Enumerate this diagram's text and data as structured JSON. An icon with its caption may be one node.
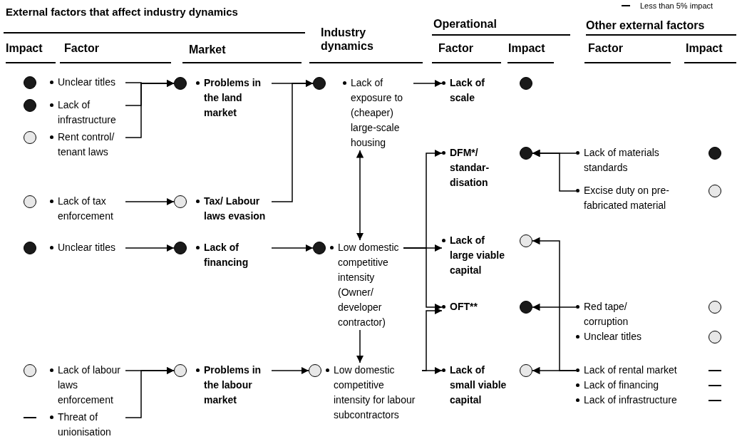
{
  "diagram": {
    "title": "External factors that affect industry dynamics",
    "nodes": [
      {
        "text": [],
        "shape": "disc"
      },
      {
        "text": [
          "Unclear titles"
        ]
      },
      {
        "text": [],
        "shape": "disc"
      },
      {
        "text": [
          "Lack of infrastructure"
        ]
      },
      {
        "text": [],
        "shape": "circle"
      },
      {
        "text": [
          "Rent control/ tenant laws"
        ]
      },
      {
        "text": [],
        "shape": "circle"
      },
      {
        "text": [
          "Lack of tax enforcement"
        ]
      },
      {
        "text": [],
        "shape": "disc"
      },
      {
        "text": [
          "Unclear titles"
        ]
      },
      {
        "text": [],
        "shape": "circle"
      },
      {
        "text": [
          "Lack of labour laws enforcement"
        ]
      },
      {
        "text": [],
        "shape": "bar"
      },
      {
        "text": [
          "Threat of unionisation"
        ]
      },
      {
        "text": [],
        "shape": "disc"
      },
      {
        "text": [
          "Problems in the land market"
        ]
      },
      {
        "text": [],
        "shape": "circle"
      },
      {
        "text": [
          "Tax/ Labour laws evasion"
        ]
      },
      {
        "text": [],
        "shape": "disc"
      },
      {
        "text": [
          "Lack of financing"
        ]
      },
      {
        "text": [],
        "shape": "circle"
      },
      {
        "text": [
          "Problems in the labour market"
        ]
      },
      {
        "text": [],
        "shape": "disc"
      },
      {
        "text": [
          "Lack of exposure to (cheaper) large-scale housing"
        ]
      },
      {
        "text": [],
        "shape": "disc"
      },
      {
        "text": [
          "Low domestic competitive intensity (Owner/ developer contractor)"
        ]
      },
      {
        "text": [],
        "shape": "circle"
      },
      {
        "text": [
          "Low domestic competitive intensity for labour subcontractors"
        ]
      },
      {
        "text": [
          "Lack of scale"
        ]
      },
      {
        "text": [],
        "shape": "disc"
      },
      {
        "text": [
          "DFM*/ standar-disation"
        ]
      },
      {
        "text": [],
        "shape": "disc"
      },
      {
        "text": [
          "Lack of large viable capital"
        ]
      },
      {
        "text": [],
        "shape": "circle"
      },
      {
        "text": [
          "OFT**"
        ]
      },
      {
        "text": [],
        "shape": "disc"
      },
      {
        "text": [
          "Lack of small viable capital"
        ]
      },
      {
        "text": [],
        "shape": "circle"
      },
      {
        "text": [
          "Lack of materials standards"
        ]
      },
      {
        "text": [],
        "shape": "disc"
      },
      {
        "text": [
          "Excise duty on pre-fabricated material"
        ]
      },
      {
        "text": [],
        "shape": "circle"
      },
      {
        "text": [
          "Red tape/ corruption"
        ]
      },
      {
        "text": [],
        "shape": "circle"
      },
      {
        "text": [
          "Unclear titles"
        ]
      },
      {
        "text": [],
        "shape": "circle"
      },
      {
        "text": [
          "Lack of rental market"
        ]
      },
      {
        "text": [],
        "shape": "bar"
      },
      {
        "text": [
          "Lack of financing"
        ]
      },
      {
        "text": [],
        "shape": "bar"
      },
      {
        "text": [
          "Lack of infrastructure"
        ]
      },
      {
        "text": [],
        "shape": "bar"
      }
    ],
    "edges": [
      {
        "from": 1,
        "to": 14,
        "arrow": "to"
      },
      {
        "from": 3,
        "to": 14,
        "arrow": "to"
      },
      {
        "from": 5,
        "to": 14,
        "arrow": "to"
      },
      {
        "from": 7,
        "to": 16,
        "arrow": "to"
      },
      {
        "from": 9,
        "to": 18,
        "arrow": "to"
      },
      {
        "from": 11,
        "to": 20,
        "arrow": "to"
      },
      {
        "from": 13,
        "to": 20,
        "arrow": "to"
      },
      {
        "from": 15,
        "to": 22,
        "arrow": "to"
      },
      {
        "from": 17,
        "to": 22,
        "arrow": "to"
      },
      {
        "from": 19,
        "to": 24,
        "arrow": "to"
      },
      {
        "from": 21,
        "to": 26,
        "arrow": "to"
      },
      {
        "from": 23,
        "to": 25,
        "arrow": "both"
      },
      {
        "from": 25,
        "to": 27,
        "arrow": "to"
      },
      {
        "from": 23,
        "to": 28,
        "arrow": "to"
      },
      {
        "from": 25,
        "to": 30,
        "arrow": "to"
      },
      {
        "from": 25,
        "to": 32,
        "arrow": "to"
      },
      {
        "from": 25,
        "to": 34,
        "arrow": "to"
      },
      {
        "from": 27,
        "to": 36,
        "arrow": "to"
      },
      {
        "from": 27,
        "to": 34,
        "arrow": "to"
      },
      {
        "from": 38,
        "to": 31,
        "arrow": "to"
      },
      {
        "from": 40,
        "to": 31,
        "arrow": "to"
      },
      {
        "from": 42,
        "to": 35,
        "arrow": "to"
      },
      {
        "from": 46,
        "to": 37,
        "arrow": "to"
      },
      {
        "from": 46,
        "to": 33,
        "arrow": "to"
      }
    ],
    "labels": [
      "Impact",
      "Factor",
      "Market",
      "Industry dynamics",
      "Operational",
      "Factor",
      "Impact",
      "Other external factors",
      "Factor",
      "Impact"
    ],
    "legend": [
      {
        "text": "Less than 5% impact"
      }
    ]
  }
}
